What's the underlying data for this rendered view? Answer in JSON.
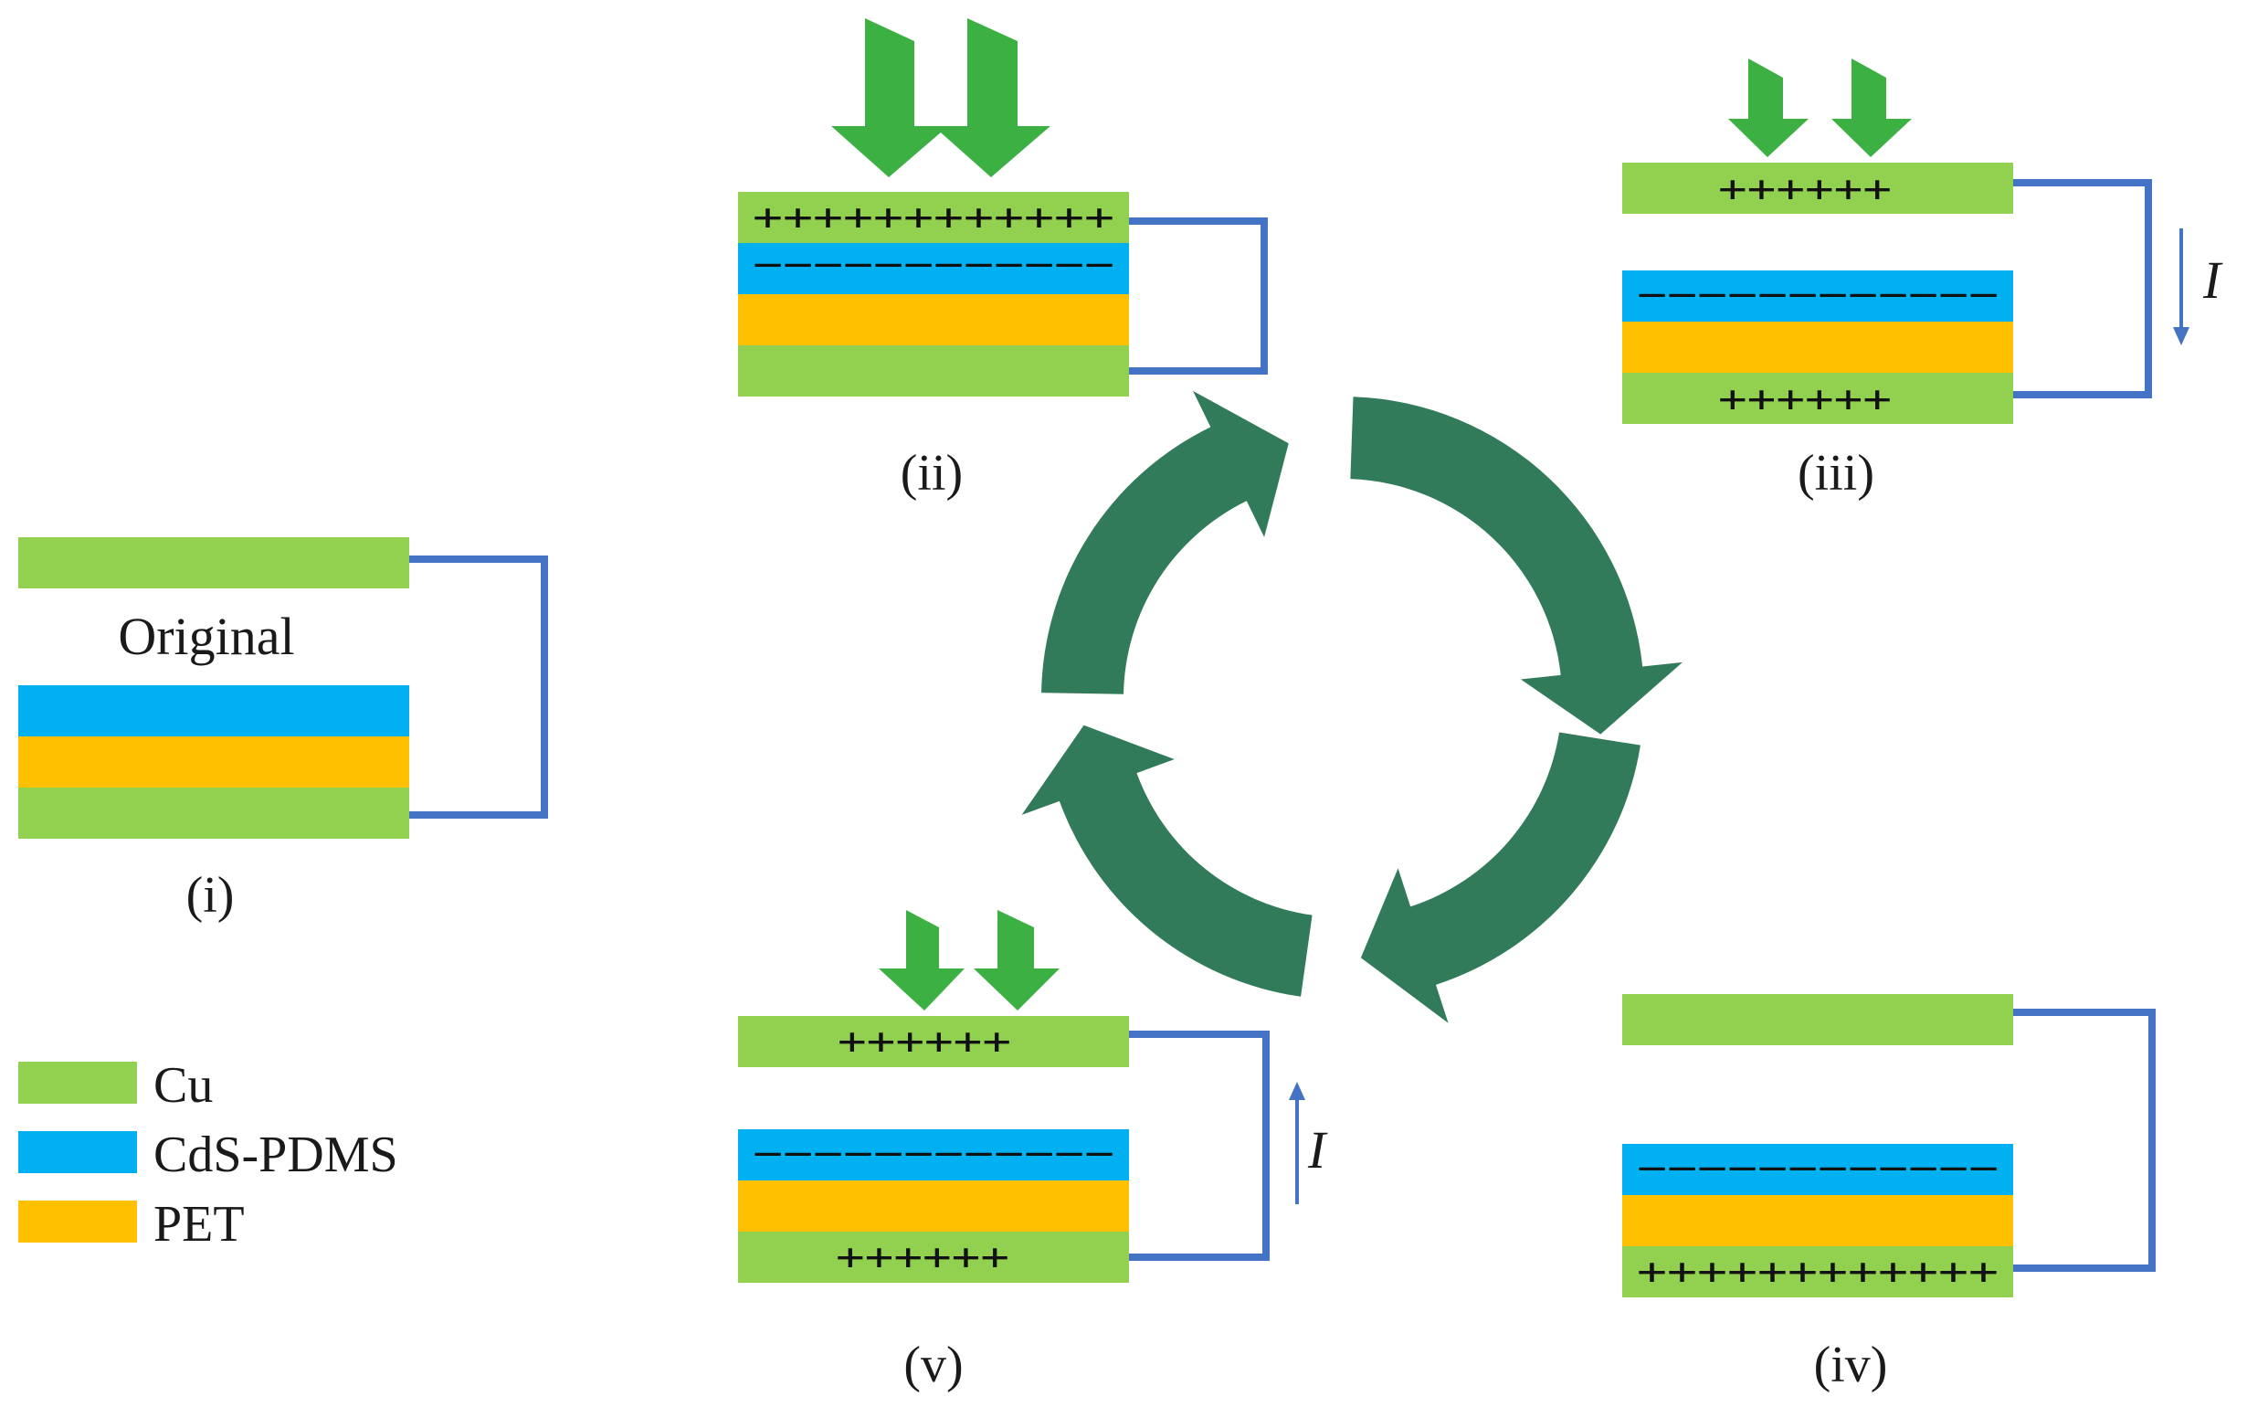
{
  "colors": {
    "cu": "#92d050",
    "cds_pdms": "#00b0f0",
    "pet": "#ffc000",
    "wire": "#4472c4",
    "press_arrow": "#3cb043",
    "cycle_arrow": "#317b5b"
  },
  "panels": {
    "i": {
      "caption": "(i)",
      "state_text": "Original"
    },
    "ii": {
      "caption": "(ii)",
      "top_charges": "++++++++++++",
      "mid_charges": "−−−−−−−−−−−−"
    },
    "iii": {
      "caption": "(iii)",
      "top_charges": "++++++",
      "mid_charges": "−−−−−−−−−−−−",
      "bottom_charges": "++++++",
      "current_label": "I"
    },
    "iv": {
      "caption": "(iv)",
      "mid_charges": "−−−−−−−−−−−−",
      "bottom_charges": "++++++++++++"
    },
    "v": {
      "caption": "(v)",
      "top_charges": "++++++",
      "mid_charges": "−−−−−−−−−−−−",
      "bottom_charges": "++++++",
      "current_label": "I"
    }
  },
  "legend": {
    "items": [
      {
        "label": "Cu",
        "color": "#92d050"
      },
      {
        "label": "CdS-PDMS",
        "color": "#00b0f0"
      },
      {
        "label": "PET",
        "color": "#ffc000"
      }
    ]
  }
}
